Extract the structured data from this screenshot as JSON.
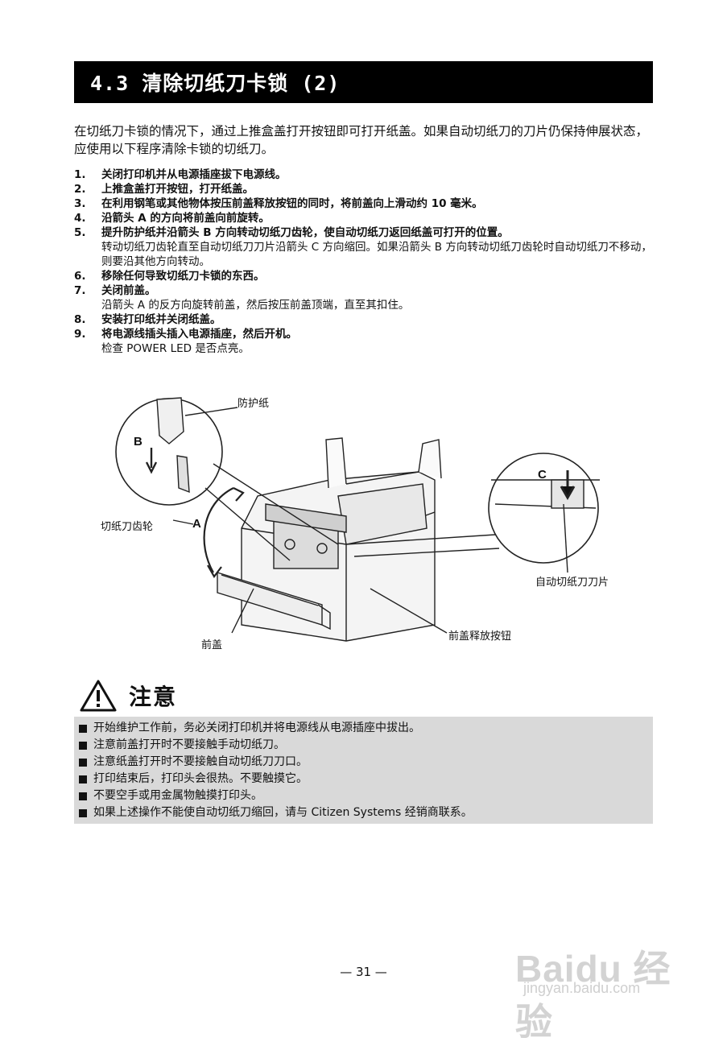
{
  "title": "4.3  清除切纸刀卡锁 (2)",
  "intro": "在切纸刀卡锁的情况下，通过上推盒盖打开按钮即可打开纸盖。如果自动切纸刀的刀片仍保持伸展状态，应使用以下程序清除卡锁的切纸刀。",
  "steps": [
    {
      "num": "1.",
      "text": "关闭打印机并从电源插座拔下电源线。",
      "sub": ""
    },
    {
      "num": "2.",
      "text": "上推盒盖打开按钮，打开纸盖。",
      "sub": ""
    },
    {
      "num": "3.",
      "text": "在利用钢笔或其他物体按压前盖释放按钮的同时，将前盖向上滑动约 10 毫米。",
      "sub": ""
    },
    {
      "num": "4.",
      "text": "沿箭头 A 的方向将前盖向前旋转。",
      "sub": ""
    },
    {
      "num": "5.",
      "text": "提升防护纸并沿箭头 B 方向转动切纸刀齿轮，使自动切纸刀返回纸盖可打开的位置。",
      "sub": "转动切纸刀齿轮直至自动切纸刀刀片沿箭头 C 方向缩回。如果沿箭头 B 方向转动切纸刀齿轮时自动切纸刀不移动，则要沿其他方向转动。"
    },
    {
      "num": "6.",
      "text": "移除任何导致切纸刀卡锁的东西。",
      "sub": ""
    },
    {
      "num": "7.",
      "text": "关闭前盖。",
      "sub": "沿箭头 A 的反方向旋转前盖，然后按压前盖顶端，直至其扣住。"
    },
    {
      "num": "8.",
      "text": "安装打印纸并关闭纸盖。",
      "sub": ""
    },
    {
      "num": "9.",
      "text": "将电源线插头插入电源插座，然后开机。",
      "sub": "检查 POWER LED 是否点亮。"
    }
  ],
  "figure": {
    "label_protective_paper": "防护纸",
    "label_cutter_gear": "切纸刀齿轮",
    "label_front_cover": "前盖",
    "label_release_button": "前盖释放按钮",
    "label_blade": "自动切纸刀刀片",
    "letter_a": "A",
    "letter_b": "B",
    "letter_c": "C"
  },
  "caution": {
    "title": "注意",
    "items": [
      "开始维护工作前，务必关闭打印机并将电源线从电源插座中拔出。",
      "注意前盖打开时不要接触手动切纸刀。",
      "注意纸盖打开时不要接触自动切纸刀刀口。",
      "打印结束后，打印头会很热。不要触摸它。",
      "不要空手或用金属物触摸打印头。",
      "如果上述操作不能使自动切纸刀缩回，请与 Citizen Systems 经销商联系。"
    ]
  },
  "page_number": "— 31 —",
  "watermark": {
    "brand": "Baidu 经验",
    "url": "jingyan.baidu.com"
  }
}
